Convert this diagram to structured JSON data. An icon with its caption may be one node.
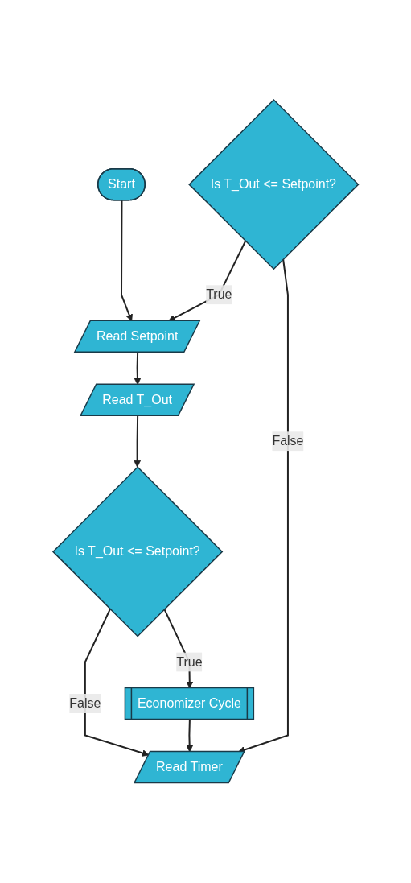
{
  "diagram": {
    "nodes": [
      {
        "text": [
          "Start"
        ]
      },
      {
        "text": [
          "Read Setpoint"
        ]
      },
      {
        "text": [
          "Read T_Out"
        ]
      },
      {
        "text": [
          "Is T_Out <= Setpoint?"
        ]
      },
      {
        "text": [
          "Economizer Cycle"
        ]
      },
      {
        "text": [
          "Read Timer"
        ]
      },
      {
        "text": [
          "Is T_Out <= Setpoint?"
        ]
      }
    ],
    "edges": [
      {
        "from": 0,
        "to": 1,
        "arrow": "to"
      },
      {
        "from": 1,
        "to": 2,
        "arrow": "to"
      },
      {
        "from": 2,
        "to": 3,
        "arrow": "to"
      },
      {
        "from": 3,
        "to": 4,
        "arrow": "to",
        "label": "True"
      },
      {
        "from": 3,
        "to": 5,
        "arrow": "to",
        "label": "False"
      },
      {
        "from": 4,
        "to": 5,
        "arrow": "to"
      },
      {
        "from": 6,
        "to": 5,
        "arrow": "to",
        "label": "False"
      },
      {
        "from": 6,
        "to": 1,
        "arrow": "to",
        "label": "True"
      }
    ]
  }
}
